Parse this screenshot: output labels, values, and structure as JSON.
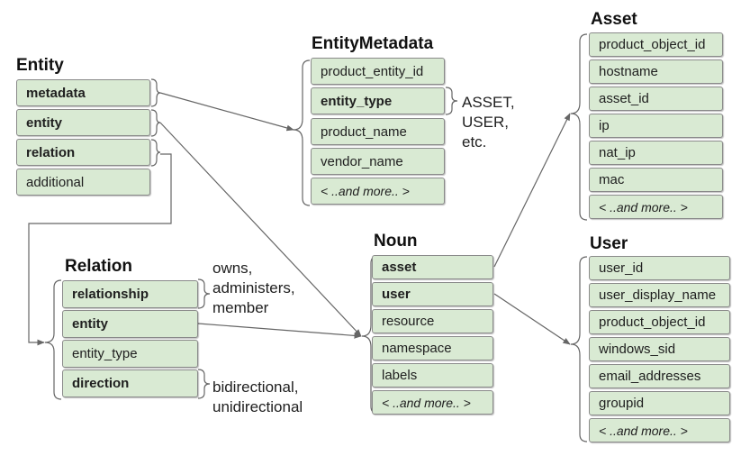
{
  "entity": {
    "title": "Entity",
    "fields": [
      {
        "label": "metadata",
        "bold": true
      },
      {
        "label": "entity",
        "bold": true
      },
      {
        "label": "relation",
        "bold": true
      },
      {
        "label": "additional",
        "bold": false
      }
    ]
  },
  "entity_metadata": {
    "title": "EntityMetadata",
    "fields": [
      {
        "label": "product_entity_id",
        "bold": false
      },
      {
        "label": "entity_type",
        "bold": true
      },
      {
        "label": "product_name",
        "bold": false
      },
      {
        "label": "vendor_name",
        "bold": false
      },
      {
        "label": "< ..and more.. >",
        "bold": false
      }
    ],
    "entity_type_values": [
      "ASSET,",
      "USER,",
      "etc."
    ]
  },
  "relation": {
    "title": "Relation",
    "fields": [
      {
        "label": "relationship",
        "bold": true
      },
      {
        "label": "entity",
        "bold": true
      },
      {
        "label": "entity_type",
        "bold": false
      },
      {
        "label": "direction",
        "bold": true
      }
    ],
    "relationship_values": [
      "owns,",
      "administers,",
      "member"
    ],
    "direction_values": [
      "bidirectional,",
      "unidirectional"
    ]
  },
  "noun": {
    "title": "Noun",
    "fields": [
      {
        "label": "asset",
        "bold": true
      },
      {
        "label": "user",
        "bold": true
      },
      {
        "label": "resource",
        "bold": false
      },
      {
        "label": "namespace",
        "bold": false
      },
      {
        "label": "labels",
        "bold": false
      },
      {
        "label": "< ..and more.. >",
        "bold": false
      }
    ]
  },
  "asset": {
    "title": "Asset",
    "fields": [
      {
        "label": "product_object_id",
        "bold": false
      },
      {
        "label": "hostname",
        "bold": false
      },
      {
        "label": "asset_id",
        "bold": false
      },
      {
        "label": "ip",
        "bold": false
      },
      {
        "label": "nat_ip",
        "bold": false
      },
      {
        "label": "mac",
        "bold": false
      },
      {
        "label": "< ..and more.. >",
        "bold": false
      }
    ]
  },
  "user": {
    "title": "User",
    "fields": [
      {
        "label": "user_id",
        "bold": false
      },
      {
        "label": "user_display_name",
        "bold": false
      },
      {
        "label": "product_object_id",
        "bold": false
      },
      {
        "label": "windows_sid",
        "bold": false
      },
      {
        "label": "email_addresses",
        "bold": false
      },
      {
        "label": "groupid",
        "bold": false
      },
      {
        "label": "< ..and more.. >",
        "bold": false
      }
    ]
  },
  "colors": {
    "field_fill": "#d9ead3",
    "field_border": "#8a8a8a",
    "line": "#666666"
  }
}
